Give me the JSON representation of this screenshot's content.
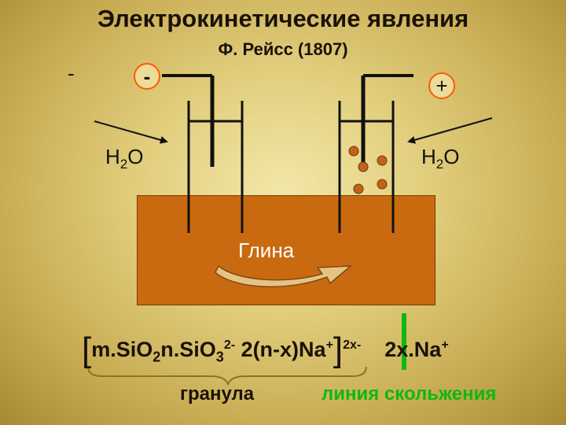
{
  "title": "Электрокинетические явления",
  "subtitle": "Ф. Рейсс (1807)",
  "left_minus": "-",
  "cathode_sign": "-",
  "anode_sign": "+",
  "water_left": {
    "main": "H",
    "sub": "2",
    "tail": "O"
  },
  "water_right": {
    "main": "H",
    "sub": "2",
    "tail": "O"
  },
  "clay_label": "Глина",
  "formula": {
    "open_bracket": "[",
    "p1": "m.SiO",
    "s1": "2",
    "p2": "n.SiO",
    "s2": "3",
    "sup1": "2-",
    "p3": " 2(n-x)Na",
    "sup2": "+",
    "close_bracket": "]",
    "sup3": "2x-",
    "p4": "2x.Na",
    "sup4": "+"
  },
  "granule_label": "гранула",
  "slip_line_label": "линия скольжения",
  "colors": {
    "clay": "#c96a10",
    "electrode_ring": "#ff5a00",
    "particles": "#c4621a",
    "slip_line": "#0fb80f",
    "slip_text": "#0fb80f",
    "brace": "#8a7420"
  }
}
